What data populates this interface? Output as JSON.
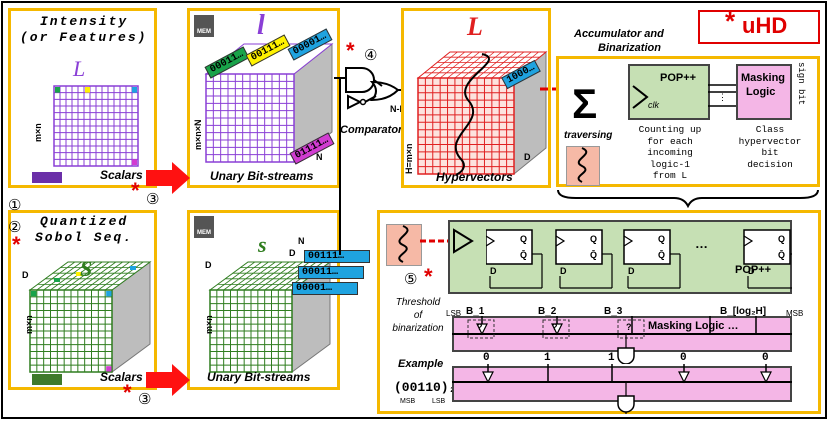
{
  "title_star": "*",
  "title": "uHD",
  "panels": {
    "intensity": {
      "title_line1": "Intensity",
      "title_line2": "(or Features)",
      "symbol": "L",
      "dims": "m×n",
      "caption": "Scalars"
    },
    "unary_top": {
      "symbol": "l",
      "dims": "m×n×N",
      "depth": "N",
      "caption": "Unary Bit-streams",
      "mem": "MEM",
      "tags": [
        "00011…",
        "00111…",
        "00001…",
        "01111…"
      ]
    },
    "sobol": {
      "title_line1": "Quantized",
      "title_line2": "Sobol Seq.",
      "symbol": "S",
      "depth": "D",
      "dims": "m×n",
      "caption": "Scalars"
    },
    "unary_bottom": {
      "symbol": "s",
      "dims": "m×n",
      "depth": "D",
      "depth2": "D",
      "n_label": "N",
      "caption": "Unary Bit-streams",
      "mem": "MEM",
      "streams": [
        "00111…",
        "00011…",
        "00001…"
      ]
    },
    "hypervectors": {
      "symbol": "L",
      "dims": "H=m×n",
      "depth": "D",
      "caption": "Hypervectors",
      "bus": "1000…"
    },
    "accumulator": {
      "title_line1": "Accumulator and",
      "title_line2": "Binarization",
      "pop": "POP++",
      "clk": "clk",
      "mask_line1": "Masking",
      "mask_line2": "Logic",
      "sign_bit": "sign bit",
      "traversing": "traversing",
      "count_text": [
        "Counting up",
        "for each",
        "incoming",
        "logic-1",
        "from L"
      ],
      "class_text": [
        "Class",
        "hypervector",
        "bit",
        "decision"
      ]
    },
    "detail": {
      "pop": "POP++",
      "ff_q": "Q",
      "ff_qbar": "Q̄",
      "ff_d": "D",
      "dots": "…",
      "bits": [
        "B_1",
        "B_2",
        "B_3",
        "B_[log₂H]"
      ],
      "lsb": "LSB",
      "msb": "MSB",
      "threshold": [
        "Threshold",
        "of",
        "binarization"
      ],
      "mask": "Masking Logic …",
      "qmarks": [
        "?",
        "?",
        "?"
      ],
      "example": "Example",
      "example_value": "(00110)₂",
      "example_msb": "MSB",
      "example_lsb": "LSB",
      "example_bits": [
        "0",
        "1",
        "1",
        "0",
        "0"
      ]
    }
  },
  "comparator": "Comparator",
  "nbit": "N-bit",
  "markers": {
    "one": "①",
    "two": "②",
    "three_a": "③",
    "three_b": "③",
    "four": "④",
    "five": "⑤",
    "star": "*"
  },
  "colors": {
    "grid_purple": "#8a3fd6",
    "grid_green": "#2f7d1f",
    "grid_red": "#e02020",
    "panel_border": "#f5b800",
    "pop_fill": "#c6e0b4",
    "mask_fill": "#f4b6e6",
    "accent_red": "#e00000",
    "tag_blue": "#1fa3e0",
    "tag_green": "#19a34a",
    "tag_yellow": "#fff200",
    "tag_magenta": "#d13cd1"
  }
}
